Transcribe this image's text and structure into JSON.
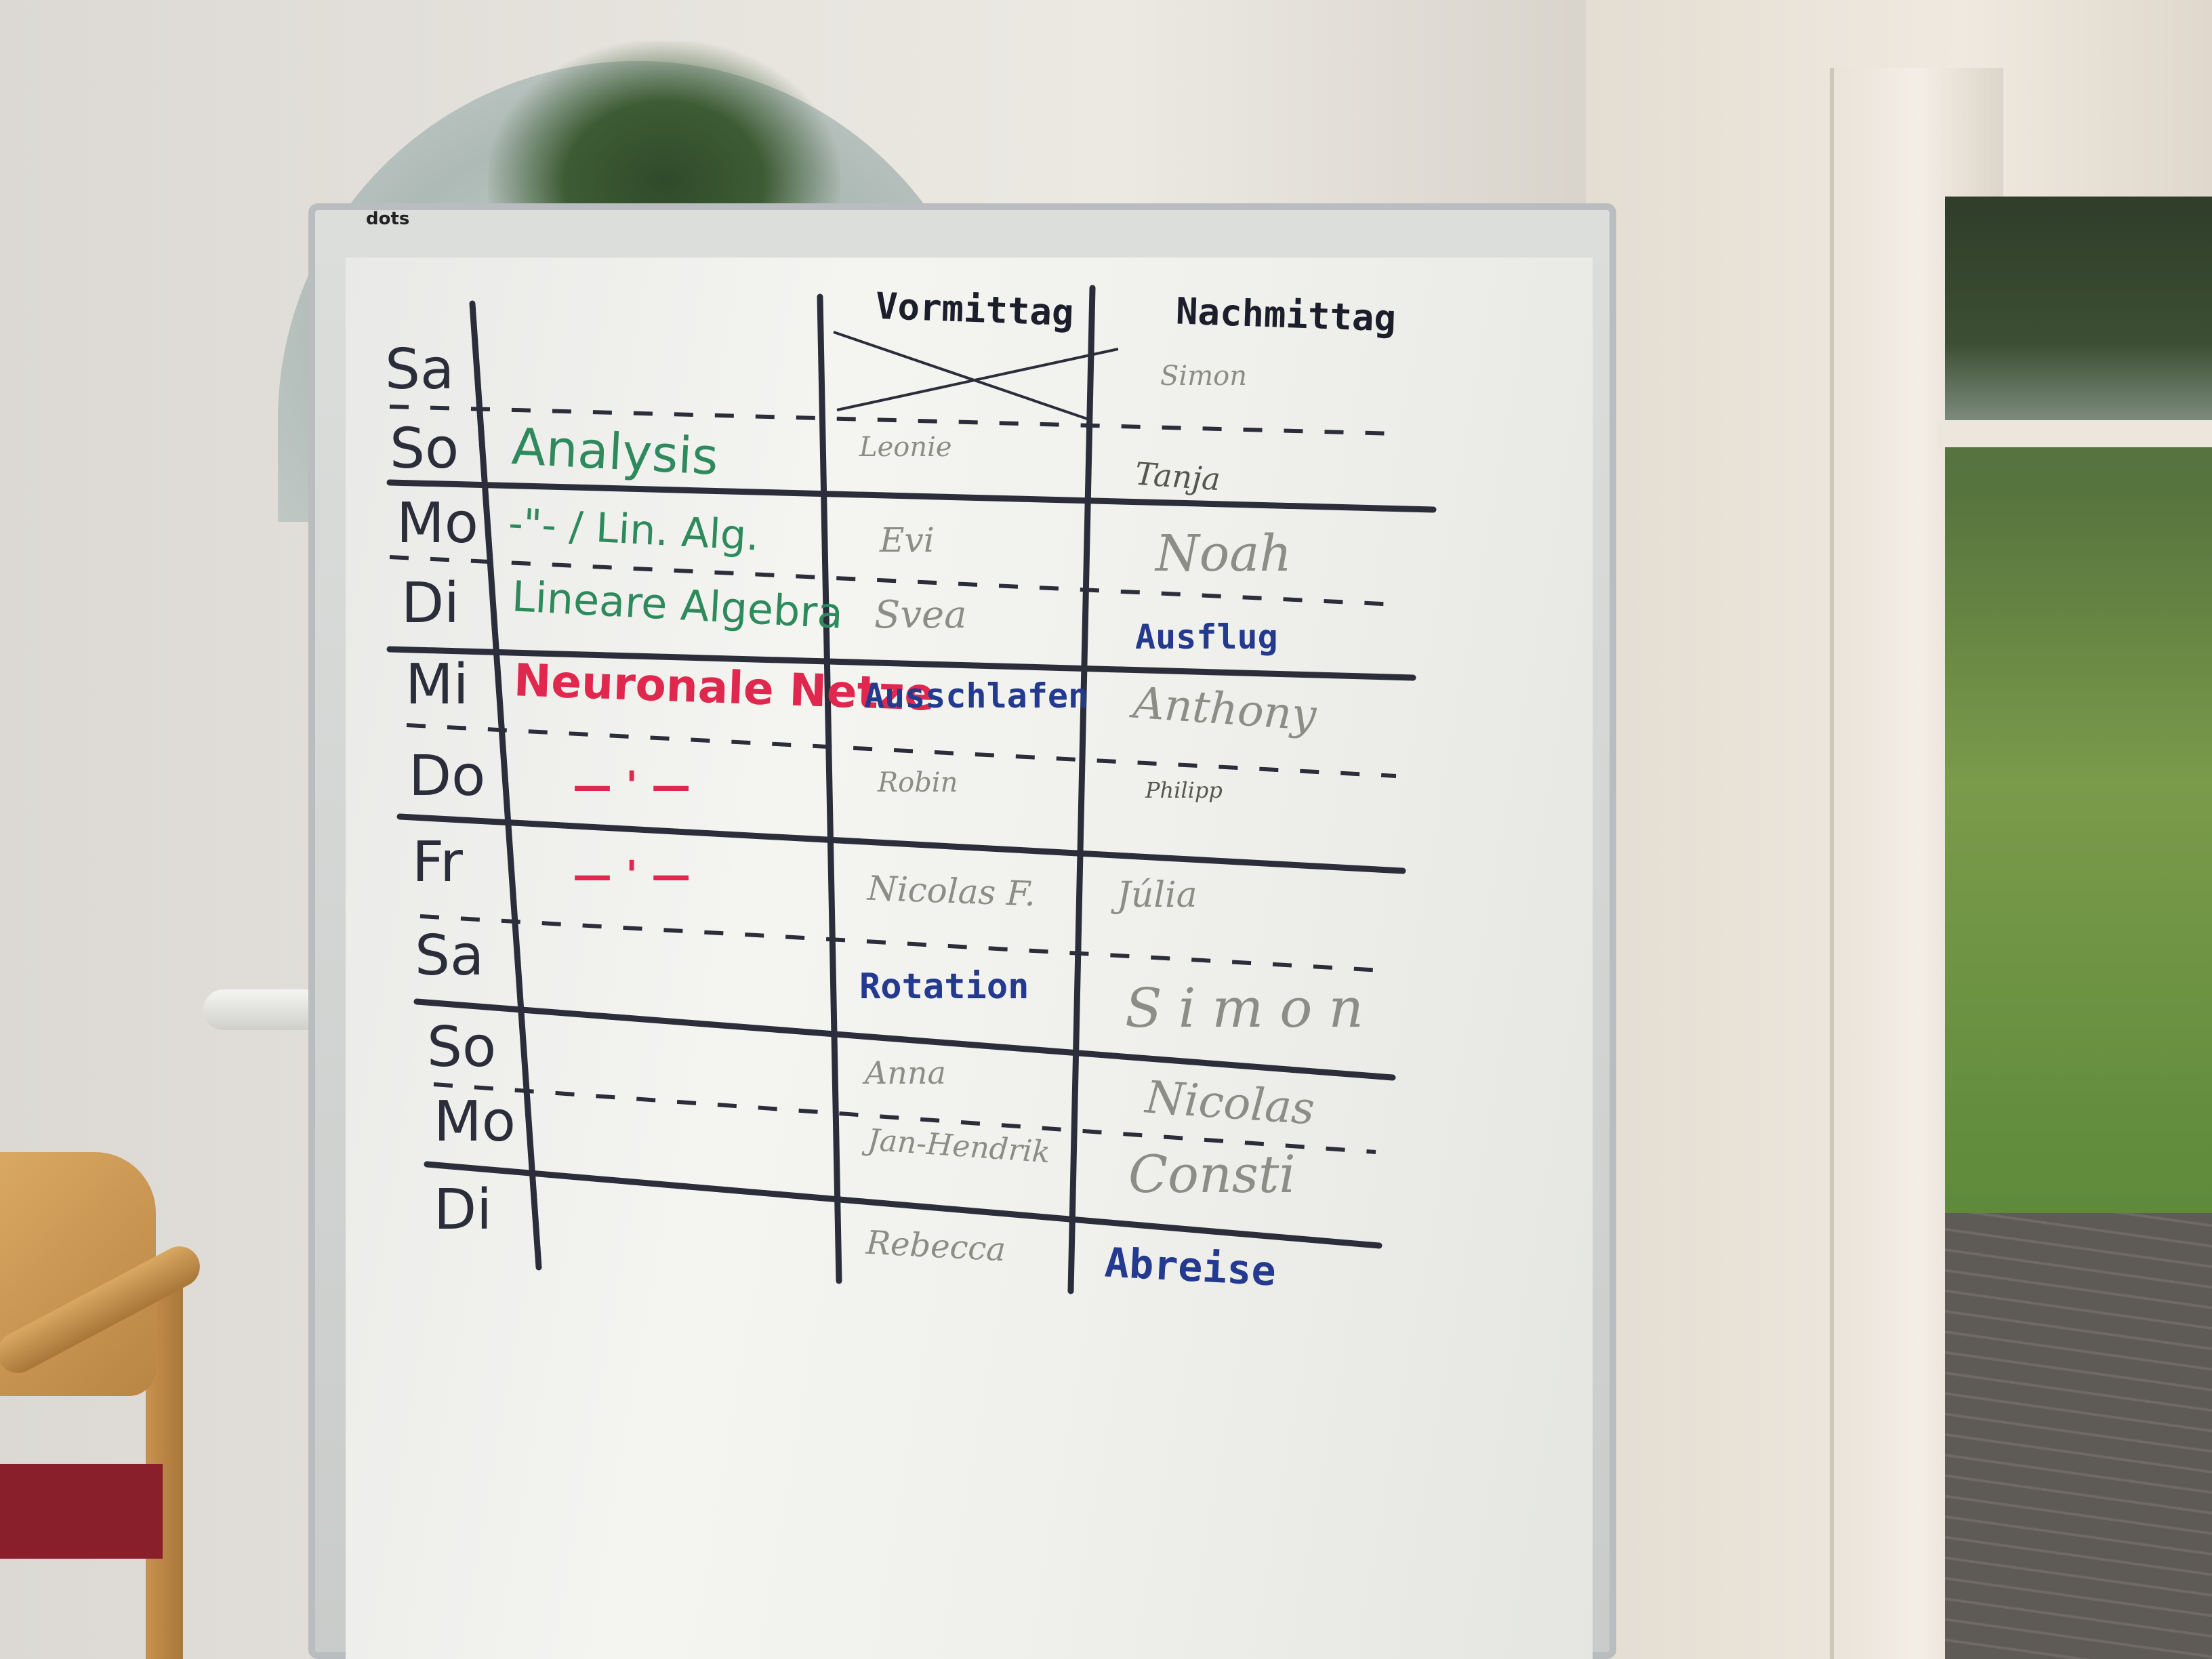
{
  "board": {
    "brand": "dots",
    "headers": {
      "morning": "Vormittag",
      "afternoon": "Nachmittag"
    },
    "days": [
      "Sa",
      "So",
      "Mo",
      "Di",
      "Mi",
      "Do",
      "Fr",
      "Sa",
      "So",
      "Mo",
      "Di"
    ],
    "topics": {
      "analysis": "Analysis",
      "ditto_linalg": "-\"- / Lin. Alg.",
      "linear_algebra": "Lineare Algebra",
      "neural_nets": "Neuronale Netze",
      "dash_do": "— ' —",
      "dash_fr": "— ' —"
    },
    "morning": {
      "so": "Leonie",
      "mo": "Evi",
      "di": "Svea",
      "mi": "Ausschlafen",
      "do": "Robin",
      "fr": "Nicolas F.",
      "sa": "Rotation",
      "so2": "Anna",
      "mo2": "Jan-Hendrik",
      "di2": "Rebecca"
    },
    "afternoon": {
      "sa": "Simon",
      "so": "Tanja",
      "mo": "Noah",
      "di": "Ausflug",
      "mi": "Anthony",
      "do": "Philipp",
      "fr": "Júlia",
      "mo2": "Nicolas",
      "consti": "Consti",
      "di2": "Abreise"
    }
  },
  "colors": {
    "ink_black": "#2b2e3a",
    "ink_green": "#2e8a5c",
    "ink_red": "#e0284e",
    "ink_blue": "#233a8f",
    "pencil": "#8b8d86"
  }
}
